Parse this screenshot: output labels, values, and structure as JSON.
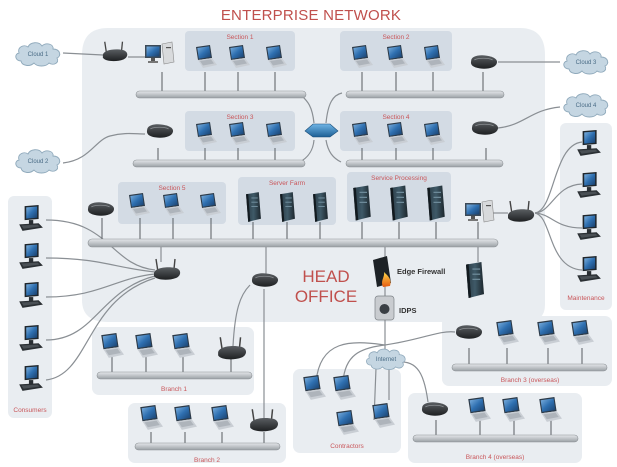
{
  "title": "ENTERPRISE NETWORK",
  "head_office_label": [
    "HEAD",
    "OFFICE"
  ],
  "colors": {
    "label_red": "#c0504d",
    "panel_bg": "#e9edf1",
    "section_bg": "#d3dbe4",
    "cloud_fill": "#c5d6e2",
    "bus_gray": "#bfc4c8"
  },
  "clouds": [
    {
      "id": "cloud-1",
      "label": "Cloud 1"
    },
    {
      "id": "cloud-2",
      "label": "Cloud 2"
    },
    {
      "id": "cloud-3",
      "label": "Cloud 3"
    },
    {
      "id": "cloud-4",
      "label": "Cloud 4"
    },
    {
      "id": "internet",
      "label": "Internet"
    }
  ],
  "sections": [
    {
      "id": "section-1",
      "label": "Section 1",
      "devices": [
        "laptop",
        "laptop",
        "laptop"
      ]
    },
    {
      "id": "section-2",
      "label": "Section 2",
      "devices": [
        "laptop",
        "laptop",
        "laptop"
      ]
    },
    {
      "id": "section-3",
      "label": "Section 3",
      "devices": [
        "laptop",
        "laptop",
        "laptop"
      ]
    },
    {
      "id": "section-4",
      "label": "Section 4",
      "devices": [
        "laptop",
        "laptop",
        "laptop"
      ]
    },
    {
      "id": "section-5",
      "label": "Section 5",
      "devices": [
        "laptop",
        "laptop",
        "laptop"
      ]
    },
    {
      "id": "server-farm",
      "label": "Server Farm",
      "devices": [
        "server",
        "server",
        "server"
      ]
    },
    {
      "id": "service-processing",
      "label": "Service Processing",
      "devices": [
        "server",
        "server",
        "server"
      ]
    }
  ],
  "security": {
    "firewall_label": "Edge Firewall",
    "idps_label": "IDPS"
  },
  "side_groups": {
    "consumers": {
      "label": "Consumers",
      "count": 5,
      "device": "desktop"
    },
    "maintenance": {
      "label": "Maintenance",
      "count": 4,
      "device": "desktop"
    }
  },
  "branches": [
    {
      "id": "branch-1",
      "label": "Branch 1",
      "laptops": 3,
      "router": "wireless-router"
    },
    {
      "id": "branch-2",
      "label": "Branch 2",
      "laptops": 3,
      "router": "wireless-router"
    },
    {
      "id": "branch-3",
      "label": "Branch 3 (overseas)",
      "laptops": 3,
      "router": "modem"
    },
    {
      "id": "branch-4",
      "label": "Branch 4 (overseas)",
      "laptops": 3,
      "router": "modem"
    },
    {
      "id": "contractors",
      "label": "Contractors",
      "laptops": 4,
      "router": "none"
    }
  ]
}
